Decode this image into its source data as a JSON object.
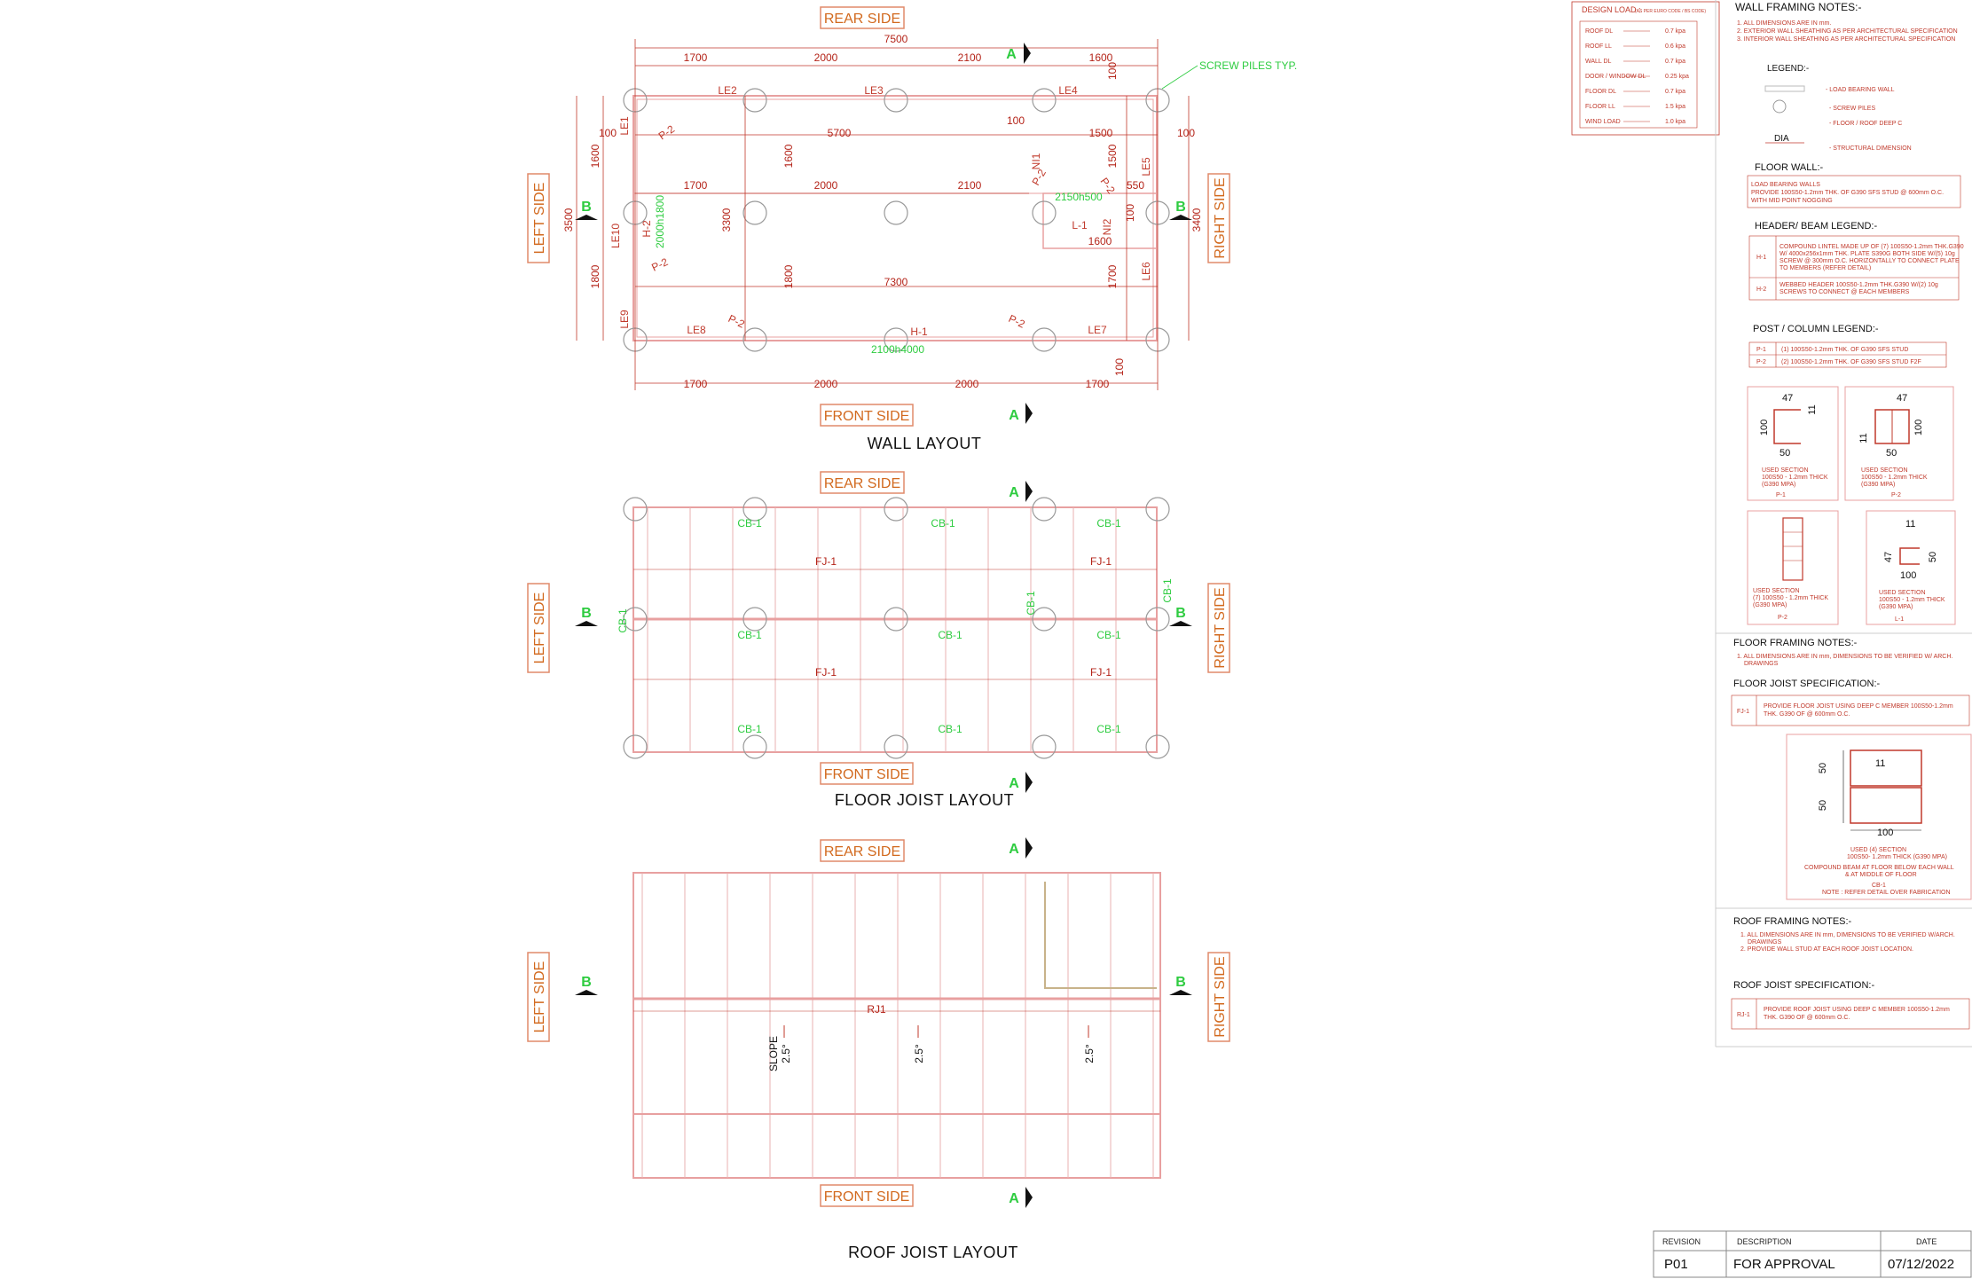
{
  "wall_layout": {
    "title": "WALL LAYOUT",
    "rear": "REAR SIDE",
    "front": "FRONT SIDE",
    "left": "LEFT SIDE",
    "right": "RIGHT SIDE",
    "section_a": "A",
    "section_b": "B",
    "overall_width": "7500",
    "top_dims": [
      "1700",
      "2000",
      "2100",
      "1600"
    ],
    "mid_dims": [
      "1700",
      "2000",
      "2100"
    ],
    "bottom_dims": [
      "1700",
      "2000",
      "2000",
      "1700"
    ],
    "inner_top": "5700",
    "inner_mid": "7300",
    "d_100a": "100",
    "d_100b": "100",
    "d_100c": "100",
    "d_100d": "100",
    "d_100e": "100",
    "d_100f": "100",
    "d_1500a": "1500",
    "d_1500b": "1500",
    "d_550": "550",
    "d_1600h": "1600",
    "d_1700r": "1700",
    "left_overall": "3500",
    "left_1600": "1600",
    "left_1800": "1800",
    "mid_3300": "3300",
    "mid_1600": "1600",
    "mid_1800": "1800",
    "right_overall": "3400",
    "screw_note": "SCREW PILES TYP.",
    "walls": {
      "le1": "LE1",
      "le2": "LE2",
      "le3": "LE3",
      "le4": "LE4",
      "le5": "LE5",
      "le6": "LE6",
      "le7": "LE7",
      "le8": "LE8",
      "le9": "LE9",
      "le10": "LE10"
    },
    "p2": "P-2",
    "h1": "H-1",
    "h2": "H-2",
    "l1": "L-1",
    "ni1": "NI1",
    "ni2": "NI2",
    "opening_2100": "2100h4000",
    "opening_2000": "2000h1800",
    "opening_2150": "2150h500"
  },
  "floor_layout": {
    "title": "FLOOR JOIST LAYOUT",
    "rear": "REAR SIDE",
    "front": "FRONT SIDE",
    "left": "LEFT SIDE",
    "right": "RIGHT SIDE",
    "section_a": "A",
    "section_b": "B",
    "cb": "CB-1",
    "fj": "FJ-1"
  },
  "roof_layout": {
    "title": "ROOF JOIST LAYOUT",
    "rear": "REAR SIDE",
    "front": "FRONT SIDE",
    "left": "LEFT SIDE",
    "right": "RIGHT SIDE",
    "section_a": "A",
    "section_b": "B",
    "rj": "RJ1",
    "slope_word": "SLOPE",
    "slope": "2.5°"
  },
  "design_load": {
    "title": "DESIGN LOAD :",
    "subtitle": "(AS PER EURO CODE / BS CODE)",
    "rows": [
      {
        "label": "ROOF DL",
        "value": "0.7 kpa"
      },
      {
        "label": "ROOF LL",
        "value": "0.6 kpa"
      },
      {
        "label": "WALL DL",
        "value": "0.7 kpa"
      },
      {
        "label": "DOOR / WINDOW DL",
        "value": "0.25 kpa"
      },
      {
        "label": "FLOOR DL",
        "value": "0.7 kpa"
      },
      {
        "label": "FLOOR LL",
        "value": "1.5 kpa"
      },
      {
        "label": "WIND LOAD",
        "value": "1.0 kpa"
      }
    ]
  },
  "wall_notes": {
    "title": "WALL FRAMING NOTES:-",
    "lines": [
      "1. ALL DIMENSIONS ARE IN mm.",
      "2. EXTERIOR WALL SHEATHING AS PER ARCHITECTURAL SPECIFICATION",
      "3. INTERIOR WALL SHEATHING AS PER ARCHITECTURAL SPECIFICATION"
    ]
  },
  "legend": {
    "title": "LEGEND:-",
    "items": [
      "- LOAD BEARING WALL",
      "- SCREW PILES",
      "- FLOOR / ROOF DEEP C",
      "- STRUCTURAL DIMENSION"
    ],
    "dia": "DIA"
  },
  "floor_wall": {
    "title": "FLOOR WALL:-",
    "lines": [
      "LOAD BEARING WALLS",
      "PROVIDE 100S50-1.2mm THK. OF G390 SFS STUD @ 600mm O.C.",
      "WITH MID POINT NOGGING"
    ]
  },
  "header_legend": {
    "title": "HEADER/ BEAM LEGEND:-",
    "rows": [
      {
        "id": "H-1",
        "lines": [
          "COMPOUND LINTEL MADE UP OF (7) 100S50-1.2mm THK.G390",
          "W/ 4000x256x1mm THK. PLATE S390G BOTH SIDE W/(5) 10g",
          "SCREW @ 300mm O.C. HORIZONTALLY TO CONNECT PLATE",
          "TO MEMBERS (REFER DETAIL)"
        ]
      },
      {
        "id": "H-2",
        "lines": [
          "WEBBED HEADER 100S50-1.2mm THK.G390 W/(2) 10g",
          "SCREWS TO CONNECT @ EACH MEMBERS"
        ]
      }
    ]
  },
  "post_legend": {
    "title": "POST / COLUMN LEGEND:-",
    "rows": [
      {
        "id": "P-1",
        "text": "(1) 100S50-1.2mm THK. OF G390 SFS STUD"
      },
      {
        "id": "P-2",
        "text": "(2) 100S50-1.2mm THK. OF G390 SFS STUD F2F"
      }
    ]
  },
  "sections": {
    "p1": {
      "d47": "47",
      "d100": "100",
      "d11": "11",
      "d50": "50",
      "lines": [
        "USED SECTION",
        "100S50 - 1.2mm THICK",
        "(G390 MPA)"
      ],
      "tag": "P-1"
    },
    "p2": {
      "d47": "47",
      "d100": "100",
      "d11": "11",
      "d50": "50",
      "lines": [
        "USED SECTION",
        "100S50 - 1.2mm THICK",
        "(G390 MPA)"
      ],
      "tag": "P-2"
    },
    "p3": {
      "lines": [
        "USED SECTION",
        "(7) 100S50 - 1.2mm THICK",
        "(G390 MPA)"
      ],
      "tag": "P-2"
    },
    "l1": {
      "d11": "11",
      "d47": "47",
      "d50": "50",
      "d100": "100",
      "lines": [
        "USED SECTION",
        "100S50 - 1.2mm THICK",
        "(G390 MPA)"
      ],
      "tag": "L-1"
    }
  },
  "floor_notes": {
    "title": "FLOOR FRAMING NOTES:-",
    "lines": [
      "1. ALL DIMENSIONS ARE IN mm, DIMENSIONS TO BE VERIFIED W/ ARCH.",
      "DRAWINGS"
    ]
  },
  "floor_spec": {
    "title": "FLOOR JOIST SPECIFICATION:-",
    "id": "FJ-1",
    "lines": [
      "PROVIDE FLOOR JOIST USING DEEP C MEMBER 100S50-1.2mm",
      "THK. G390 OF @ 600mm O.C."
    ]
  },
  "cb_detail": {
    "d50a": "50",
    "d50b": "50",
    "d11": "11",
    "d100": "100",
    "lines": [
      "USED (4) SECTION",
      "100S50- 1.2mm THICK (G390 MPA)",
      "COMPOUND BEAM AT FLOOR BELOW EACH WALL",
      "& AT MIDDLE OF FLOOR",
      "CB-1",
      "NOTE : REFER DETAIL OVER FABRICATION"
    ]
  },
  "roof_notes": {
    "title": "ROOF FRAMING NOTES:-",
    "lines": [
      "1. ALL DIMENSIONS ARE IN mm, DIMENSIONS TO BE VERIFIED W/ARCH.",
      "DRAWINGS",
      "2. PROVIDE WALL STUD AT EACH ROOF JOIST LOCATION."
    ]
  },
  "roof_spec": {
    "title": "ROOF JOIST SPECIFICATION:-",
    "id": "RJ-1",
    "lines": [
      "PROVIDE ROOF JOIST USING DEEP C MEMBER 100S50-1.2mm",
      "THK. G390 OF @ 600mm O.C."
    ]
  },
  "revision_table": {
    "headers": [
      "REVISION",
      "DESCRIPTION",
      "DATE"
    ],
    "row": [
      "P01",
      "FOR APPROVAL",
      "07/12/2022"
    ]
  },
  "colors": {
    "red": "#c0392b",
    "green": "#2ecc40",
    "orange": "#d2691e",
    "grid": "#e8a0a0"
  }
}
